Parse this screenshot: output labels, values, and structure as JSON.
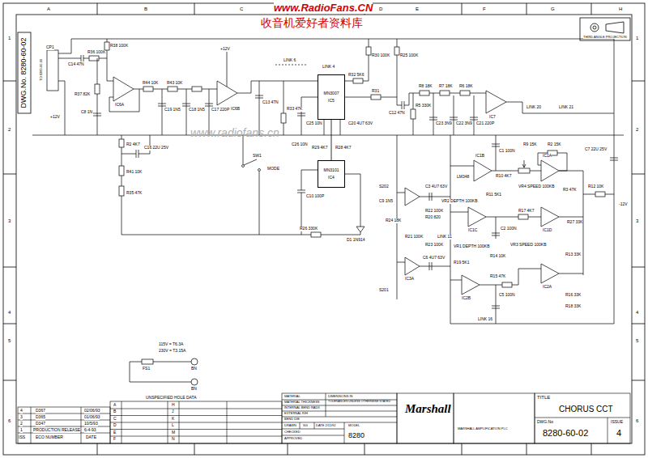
{
  "diagram": {
    "nodes": [
      {
        "text": [
          "MN3007",
          "IC5"
        ]
      },
      {
        "text": [
          "MN3101",
          "IC4"
        ]
      }
    ],
    "edges": [
      {
        "from": 1,
        "to": 0,
        "arrow": "none"
      }
    ],
    "labels": [
      "www.RadioFans.CN",
      "收音机爱好者资料库",
      "www.radiofans.cn",
      "A",
      "B",
      "C",
      "D",
      "E",
      "F",
      "G",
      "H",
      "1",
      "2",
      "3",
      "4",
      "5",
      "6",
      "1",
      "2",
      "3",
      "4",
      "5",
      "6",
      "DWG.No. 8280-60-02",
      "THIRD ANGLE PROJECTION",
      "CP1",
      "TO 8280-60-00",
      "+12V",
      "C14 47N",
      "R36 100K",
      "R38 100K",
      "R37 82K",
      "C8 1N",
      "IC6A",
      "R44 10K",
      "R43 10K",
      "C19 1N5",
      "C18 1N5",
      "C17 220P",
      "+12V",
      "IC6B",
      "C13 47N",
      "R33 47K",
      "LINK 6",
      "LINK 4",
      "R30 100K",
      "R25 100K",
      "R32 5K6",
      "R31",
      "C12 47N",
      "C20 4U7 63V",
      "C25 10N",
      "C26 10N",
      "R29 4K7",
      "R28 4K7",
      "SW1",
      "MODE",
      "C10 100P",
      "R26 330K",
      "D1 1N914",
      "R8 18K",
      "R7 18K",
      "R6 18K",
      "R5 330K",
      "C23 3N9",
      "C22 3N9",
      "C21 220P",
      "IC7",
      "LINK 20",
      "LINK 21",
      "C1 100N",
      "R9 15K",
      "R2 15K",
      "IC1B",
      "LM348",
      "R10 4K7",
      "VR4 SPEED 100KB",
      "IC1A",
      "R3 47K",
      "C7 22U 25V",
      "R12 10K",
      "-12V",
      "C3 4U7 63V",
      "S202",
      "C9 1N5",
      "R24 18K",
      "VR2 DEPTH 100KB",
      "R22 100K",
      "R20 820",
      "R11 5K1",
      "IC1C",
      "C2 100N",
      "R17 4K7",
      "IC1D",
      "R27 33K",
      "R21 100K",
      "LINK 11",
      "R23 100K",
      "VR1 DEPTH 100KB",
      "C6 4U7 63V",
      "IC3A",
      "S201",
      "R19 5K1",
      "R14 10K",
      "R15 47K",
      "VR3 SPEED 100KB",
      "R13 33K",
      "IC2A",
      "IC2B",
      "C5 100N",
      "R16 33K",
      "R18 33K",
      "LINK 16",
      "R2 4K7",
      "C16 22U 25V",
      "R41 10K",
      "R35 47K",
      "115V = T6.3A",
      "230V = T3.15A",
      "FS1",
      "BN",
      "BN",
      "UNSPECIFIED HOLE DATA",
      "A",
      "B",
      "C",
      "D",
      "E",
      "F",
      "H",
      "J",
      "K",
      "L",
      "M",
      "N",
      "4",
      "D367",
      "02/06/93",
      "3",
      "D365",
      "01/06/93",
      "2",
      "D347",
      "10/5/93",
      "1",
      "PRODUCTION RELEASE",
      "6-4-93",
      "ISS",
      "ECO NUMBER",
      "DATE",
      "MATERIAL",
      "DIMENSIONS IN",
      "MATERIAL THICKNESS",
      "TOLERANCES UNLESS OTHERWISE STATED",
      "INTERNAL BEND RADII",
      "EXTERNAL R/H",
      "BEND DIE",
      "DRAWN",
      "SG",
      "DATE 2/11/92",
      "MODEL",
      "CHECKED",
      "APPROVED",
      "8280",
      "Marshall",
      "MARSHALL AMPLIFICATION PLC",
      "TITLE",
      "CHORUS CCT",
      "DWG.No",
      "8280-60-02",
      "ISSUE",
      "4"
    ]
  }
}
